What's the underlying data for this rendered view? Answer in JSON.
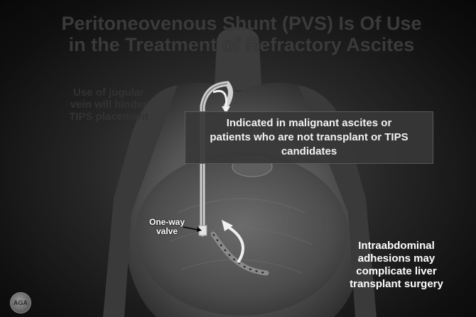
{
  "slide": {
    "title_lines": [
      "Peritoneovenous Shunt (PVS) Is Of Use",
      "in the Treatment of Refractory Ascites"
    ],
    "left_note_lines": [
      "Use of jugular",
      "vein will hinder",
      "TIPS placement"
    ],
    "callout_lines": [
      "Indicated in malignant ascites or",
      "patients who are not transplant or TIPS",
      "candidates"
    ],
    "valve_label_lines": [
      "One-way",
      "valve"
    ],
    "right_note_lines": [
      "Intraabdominal",
      "adhesions may",
      "complicate liver",
      "transplant surgery"
    ],
    "logo_text": "AGA"
  }
}
